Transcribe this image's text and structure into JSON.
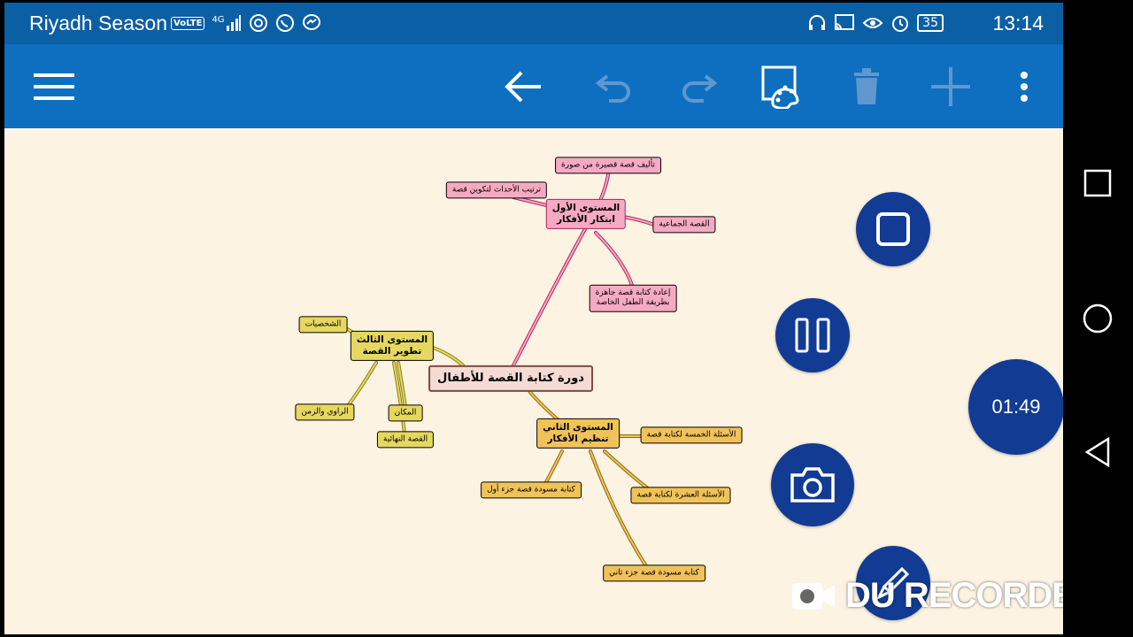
{
  "status_bar": {
    "carrier": "Riyadh Season",
    "volte": "VoLTE",
    "network": "4G",
    "battery": "35",
    "time": "13:14"
  },
  "toolbar": {
    "icons": [
      "menu-icon",
      "back-arrow-icon",
      "undo-icon",
      "redo-icon",
      "palette-icon",
      "trash-icon",
      "add-icon",
      "more-vert-icon"
    ]
  },
  "mindmap": {
    "root": "دورة كتابة القصة للأطفال",
    "level1": {
      "title": "المستوى الأول",
      "subtitle": "ابتكار الأفكار",
      "children": [
        "تأليف قصة قصيرة من صورة",
        "ترتيب الأحداث لتكوين قصة",
        "القصة الجماعية"
      ],
      "child4_line1": "إعادة كتابة قصة جاهزة",
      "child4_line2": "بطريقة الطفل الخاصة"
    },
    "level2": {
      "title": "المستوى الثاني",
      "subtitle": "تنظيم الأفكار",
      "children": [
        "الأسئلة الخمسة لكتابة قصة",
        "الأسئلة العشرة لكتابة قصة",
        "كتابة مسودة قصة جزء أول",
        "كتابة مسودة قصة جزء ثاني"
      ]
    },
    "level3": {
      "title": "المستوى الثالث",
      "subtitle": "تطوير القصة",
      "children": [
        "الشخصيات",
        "الراوي والزمن",
        "المكان",
        "القصة النهائية"
      ]
    }
  },
  "recorder": {
    "timer": "01:49",
    "watermark": "DU RECORDER",
    "icons": [
      "stop-icon",
      "pause-icon",
      "camera-icon",
      "brush-icon"
    ]
  },
  "nav_bar": {
    "icons": [
      "recents-icon",
      "home-icon",
      "back-icon"
    ]
  },
  "colors": {
    "status_bar": "#0b5fa5",
    "toolbar": "#0e6fc0",
    "canvas": "#fdf3e3",
    "fab": "#123b93",
    "branch_pink": "#f6a9c2",
    "branch_gold": "#f0c25a",
    "branch_yellow": "#e6d760"
  }
}
